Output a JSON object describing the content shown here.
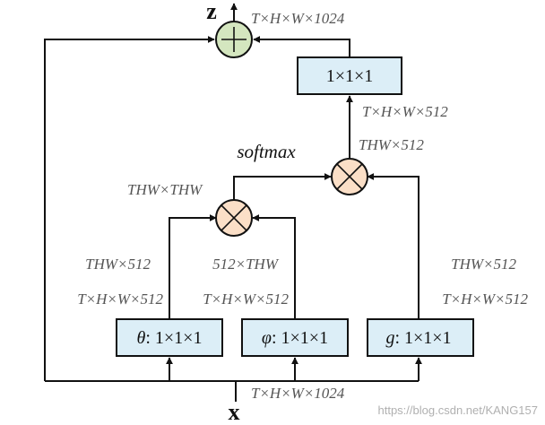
{
  "input_label": "x",
  "output_label": "z",
  "softmax_label": "softmax",
  "colors": {
    "box_fill": "#dceef7",
    "add_fill": "#d4e6bf",
    "mul_fill": "#fbdfc7",
    "line": "#111111",
    "dim_text": "#555555"
  },
  "boxes": {
    "theta": {
      "symbol": "θ",
      "suffix": ": 1×1×1"
    },
    "phi": {
      "symbol": "φ",
      "suffix": ": 1×1×1"
    },
    "g": {
      "symbol": "g",
      "suffix": ": 1×1×1"
    },
    "out": {
      "label": "1×1×1"
    }
  },
  "ops": {
    "add": "+",
    "mul": "×"
  },
  "dims": {
    "input": "T×H×W×1024",
    "output": "T×H×W×1024",
    "theta_in": "T×H×W×512",
    "theta_reshape": "THW×512",
    "phi_in": "T×H×W×512",
    "phi_reshape": "512×THW",
    "g_in": "T×H×W×512",
    "g_reshape": "THW×512",
    "attention": "THW×THW",
    "weighted": "THW×512",
    "out_conv_in": "T×H×W×512"
  },
  "watermark": "https://blog.csdn.net/KANG157"
}
